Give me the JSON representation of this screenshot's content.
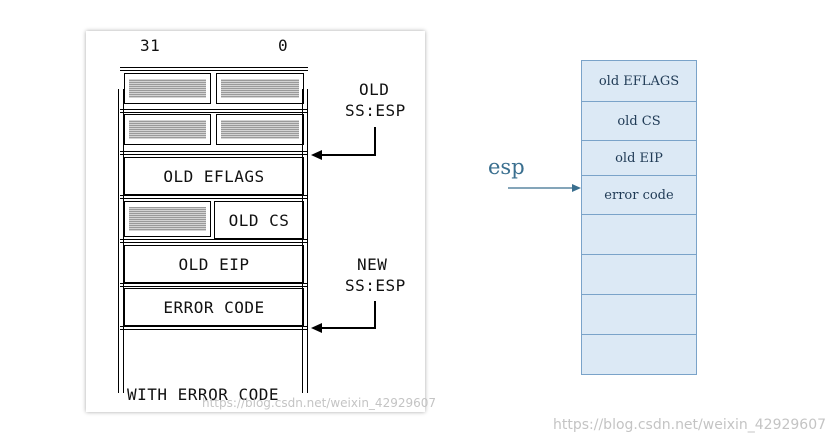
{
  "left_figure": {
    "bit_high": "31",
    "bit_low": "0",
    "old_ssesp_line1": "OLD",
    "old_ssesp_line2": "SS:ESP",
    "new_ssesp_line1": "NEW",
    "new_ssesp_line2": "SS:ESP",
    "caption": "WITH ERROR CODE",
    "rows": {
      "eflags": "OLD EFLAGS",
      "cs": "OLD CS",
      "eip": "OLD EIP",
      "error": "ERROR CODE"
    },
    "watermark": "https://blog.csdn.net/weixin_42929607"
  },
  "right_figure": {
    "pointer_label": "esp",
    "cells": [
      "old EFLAGS",
      "old CS",
      "old EIP",
      "error code",
      "",
      "",
      "",
      ""
    ],
    "fill_color": "#dce9f5",
    "border_color": "#7aa3c9",
    "arrow_color": "#3a6f8f"
  },
  "page_watermark": "https://blog.csdn.net/weixin_42929607"
}
